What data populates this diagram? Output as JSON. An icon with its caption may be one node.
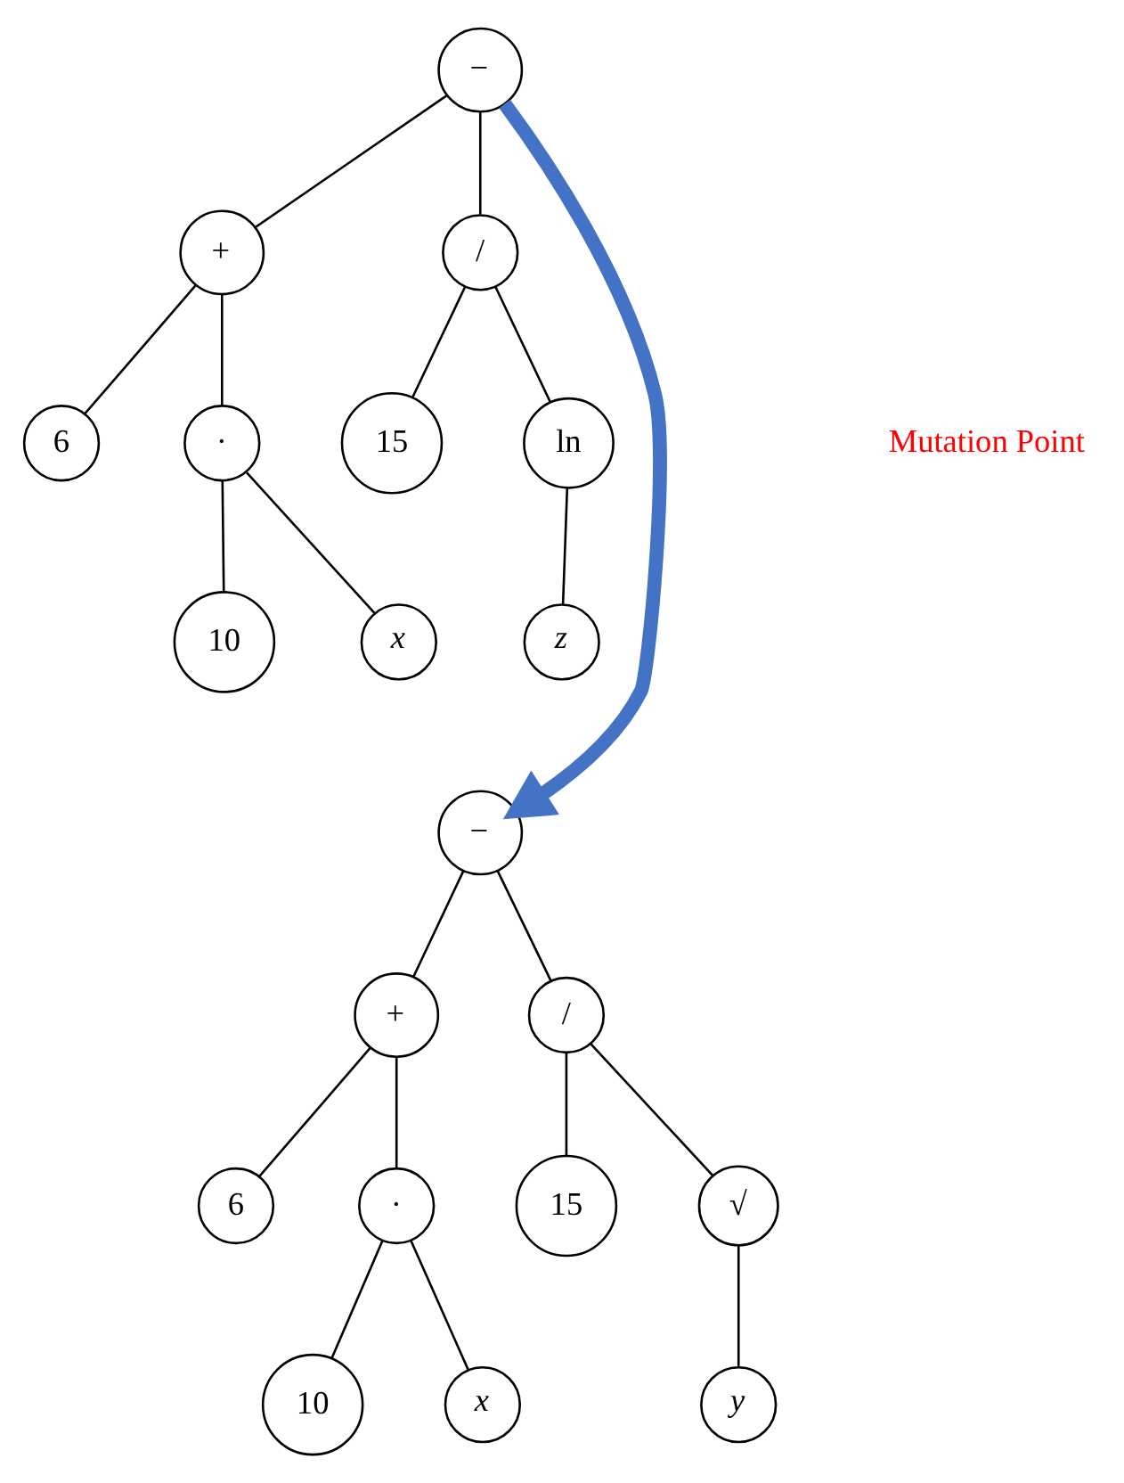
{
  "diagram": {
    "nodes": [
      {
        "text": [
          "−"
        ]
      },
      {
        "text": [
          "+"
        ]
      },
      {
        "text": [
          "/"
        ]
      },
      {
        "text": [
          "6"
        ]
      },
      {
        "text": [
          "·"
        ]
      },
      {
        "text": [
          "15"
        ]
      },
      {
        "text": [
          "ln"
        ]
      },
      {
        "text": [
          "10"
        ]
      },
      {
        "text": [
          "x"
        ]
      },
      {
        "text": [
          "z"
        ]
      },
      {
        "text": [
          "−"
        ]
      },
      {
        "text": [
          "+"
        ]
      },
      {
        "text": [
          "/"
        ]
      },
      {
        "text": [
          "6"
        ]
      },
      {
        "text": [
          "·"
        ]
      },
      {
        "text": [
          "15"
        ]
      },
      {
        "text": [
          "√"
        ]
      },
      {
        "text": [
          "10"
        ]
      },
      {
        "text": [
          "x"
        ]
      },
      {
        "text": [
          "y"
        ]
      }
    ],
    "edges": [
      {
        "from": 0,
        "to": 1,
        "arrow": "none"
      },
      {
        "from": 0,
        "to": 2,
        "arrow": "none"
      },
      {
        "from": 1,
        "to": 3,
        "arrow": "none"
      },
      {
        "from": 1,
        "to": 4,
        "arrow": "none"
      },
      {
        "from": 2,
        "to": 5,
        "arrow": "none"
      },
      {
        "from": 2,
        "to": 6,
        "arrow": "none"
      },
      {
        "from": 4,
        "to": 7,
        "arrow": "none"
      },
      {
        "from": 4,
        "to": 8,
        "arrow": "none"
      },
      {
        "from": 6,
        "to": 9,
        "arrow": "none"
      },
      {
        "from": 0,
        "to": 10,
        "arrow": "to",
        "style": "thick",
        "color": "#4472c4"
      },
      {
        "from": 10,
        "to": 11,
        "arrow": "none"
      },
      {
        "from": 10,
        "to": 12,
        "arrow": "none"
      },
      {
        "from": 11,
        "to": 13,
        "arrow": "none"
      },
      {
        "from": 11,
        "to": 14,
        "arrow": "none"
      },
      {
        "from": 12,
        "to": 15,
        "arrow": "none"
      },
      {
        "from": 12,
        "to": 16,
        "arrow": "none"
      },
      {
        "from": 14,
        "to": 17,
        "arrow": "none"
      },
      {
        "from": 14,
        "to": 18,
        "arrow": "none"
      },
      {
        "from": 16,
        "to": 19,
        "arrow": "none"
      }
    ],
    "labels": [
      "Mutation Point"
    ]
  }
}
